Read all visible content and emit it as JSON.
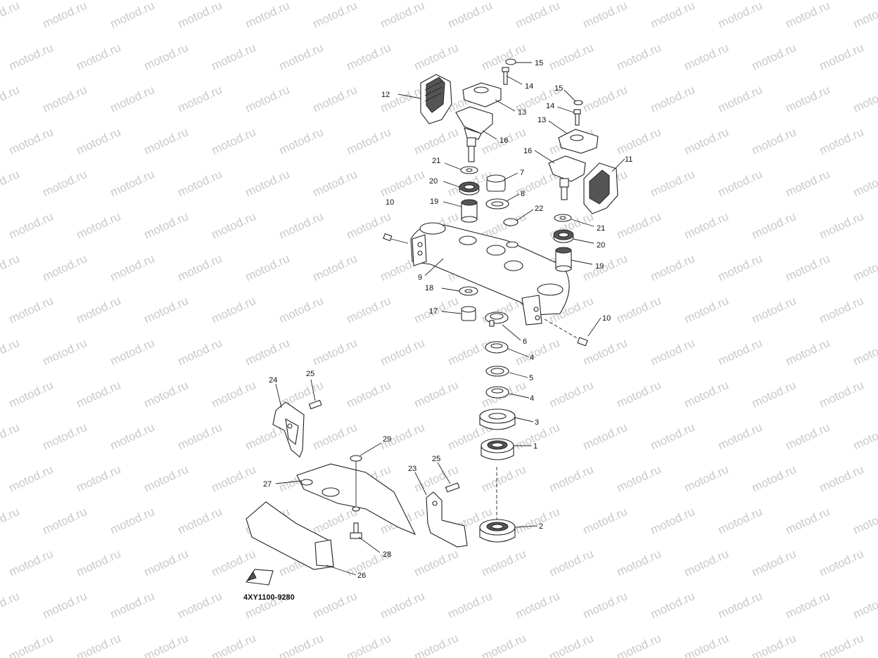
{
  "watermark": {
    "text": "motod.ru"
  },
  "diagram_code": "4XY1100-9280",
  "fwd_icon": "arrow-fwd-icon",
  "callouts": {
    "c1": "1",
    "c2": "2",
    "c3": "3",
    "c4a": "4",
    "c4b": "4",
    "c5": "5",
    "c6": "6",
    "c7": "7",
    "c8": "8",
    "c9": "9",
    "c10a": "10",
    "c10b": "10",
    "c11": "11",
    "c12": "12",
    "c13a": "13",
    "c13b": "13",
    "c14a": "14",
    "c14b": "14",
    "c15a": "15",
    "c15b": "15",
    "c16a": "16",
    "c16b": "16",
    "c17": "17",
    "c18": "18",
    "c19a": "19",
    "c19b": "19",
    "c20a": "20",
    "c20b": "20",
    "c21a": "21",
    "c21b": "21",
    "c22": "22",
    "c23": "23",
    "c24": "24",
    "c25a": "25",
    "c25b": "25",
    "c26": "26",
    "c27": "27",
    "c28": "28",
    "c29": "29"
  }
}
